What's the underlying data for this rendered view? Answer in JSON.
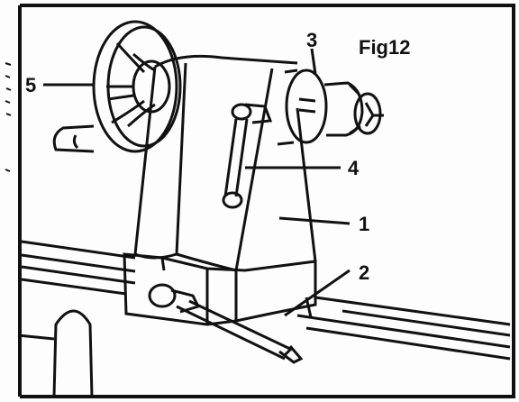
{
  "figure": {
    "title": "Fig12",
    "callouts": {
      "c1": "1",
      "c2": "2",
      "c3": "3",
      "c4": "4",
      "c5": "5"
    }
  },
  "colors": {
    "ink": "#111111",
    "paper": "#fdfdfd"
  },
  "icons": {
    "lathe": "lathe-headstock-illustration"
  }
}
